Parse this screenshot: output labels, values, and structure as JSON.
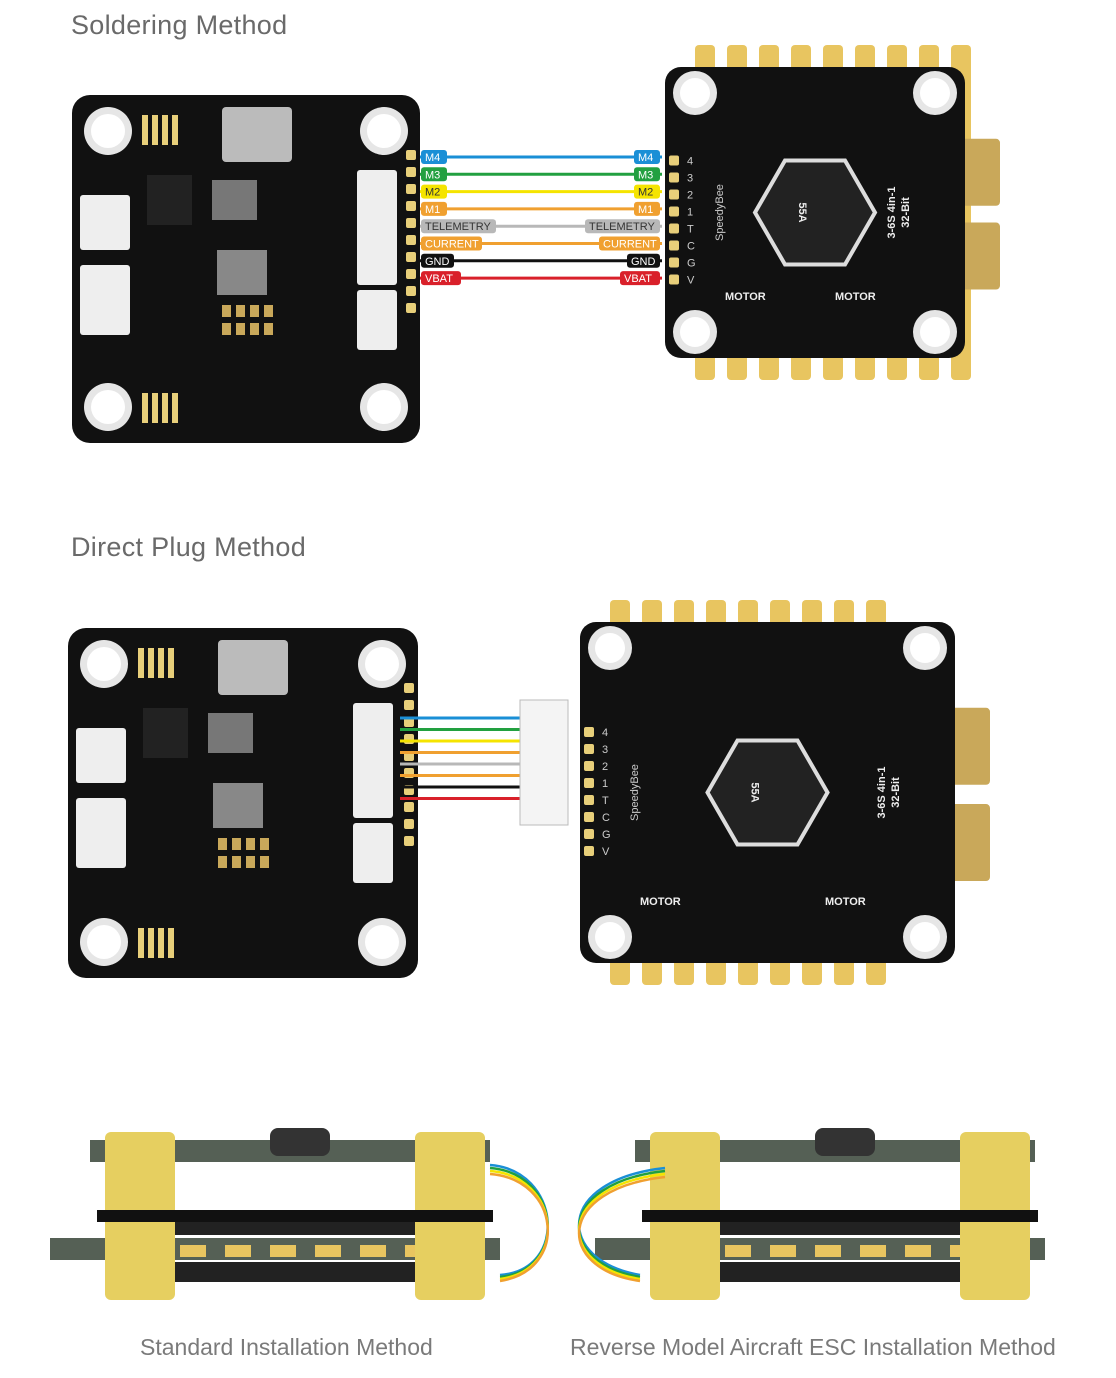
{
  "sections": {
    "soldering_title": "Soldering Method",
    "direct_plug_title": "Direct Plug Method",
    "standard_caption": "Standard Installation Method",
    "reverse_caption": "Reverse Model Aircraft ESC Installation Method"
  },
  "wires": [
    {
      "label": "M4",
      "color": "#1a8fd6",
      "text_color": "#ffffff"
    },
    {
      "label": "M3",
      "color": "#22a040",
      "text_color": "#ffffff"
    },
    {
      "label": "M2",
      "color": "#f5e400",
      "text_color": "#333333"
    },
    {
      "label": "M1",
      "color": "#f0a030",
      "text_color": "#ffffff"
    },
    {
      "label": "TELEMETRY",
      "color": "#b8b8b8",
      "text_color": "#333333"
    },
    {
      "label": "CURRENT",
      "color": "#f0a030",
      "text_color": "#ffffff"
    },
    {
      "label": "GND",
      "color": "#111111",
      "text_color": "#ffffff"
    },
    {
      "label": "VBAT",
      "color": "#d9202a",
      "text_color": "#ffffff"
    }
  ],
  "esc": {
    "rating": "55A",
    "motor_label": "MOTOR",
    "spec": "3-6S 4in-1",
    "bits": "32-Bit",
    "brand": "SpeedyBee",
    "pads": [
      "4",
      "3",
      "2",
      "1",
      "T",
      "C",
      "G",
      "V"
    ]
  }
}
